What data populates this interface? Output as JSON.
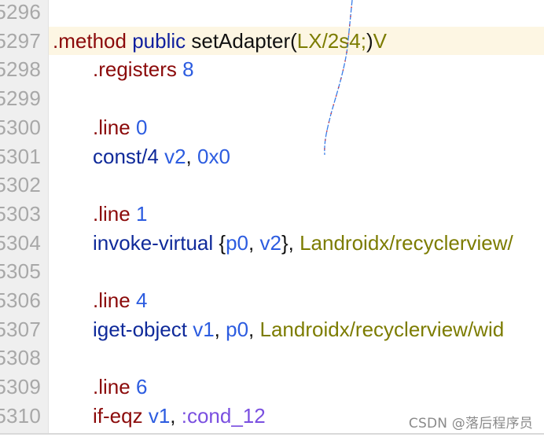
{
  "editor": {
    "highlight_color": "#fdf6e3",
    "current_line": 5297,
    "lines": [
      {
        "number": "5296",
        "tokens": []
      },
      {
        "number": "5297",
        "tokens": [
          {
            "text": ".method",
            "class": "directive"
          },
          {
            "text": " ",
            "class": "plain"
          },
          {
            "text": "public",
            "class": "keyword"
          },
          {
            "text": " ",
            "class": "plain"
          },
          {
            "text": "setAdapter(",
            "class": "plain"
          },
          {
            "text": "LX/2s4;",
            "class": "type"
          },
          {
            "text": ")",
            "class": "plain"
          },
          {
            "text": "V",
            "class": "type"
          }
        ]
      },
      {
        "number": "5298",
        "tokens": [
          {
            "text": ".registers",
            "class": "directive"
          },
          {
            "text": " ",
            "class": "plain"
          },
          {
            "text": "8",
            "class": "number"
          }
        ]
      },
      {
        "number": "5299",
        "tokens": []
      },
      {
        "number": "5300",
        "tokens": [
          {
            "text": ".line",
            "class": "directive"
          },
          {
            "text": " ",
            "class": "plain"
          },
          {
            "text": "0",
            "class": "number"
          }
        ]
      },
      {
        "number": "5301",
        "tokens": [
          {
            "text": "const/4",
            "class": "opcode"
          },
          {
            "text": " ",
            "class": "plain"
          },
          {
            "text": "v2",
            "class": "register"
          },
          {
            "text": ", ",
            "class": "plain"
          },
          {
            "text": "0x0",
            "class": "number"
          }
        ]
      },
      {
        "number": "5302",
        "tokens": []
      },
      {
        "number": "5303",
        "tokens": [
          {
            "text": ".line",
            "class": "directive"
          },
          {
            "text": " ",
            "class": "plain"
          },
          {
            "text": "1",
            "class": "number"
          }
        ]
      },
      {
        "number": "5304",
        "tokens": [
          {
            "text": "invoke-virtual",
            "class": "opcode"
          },
          {
            "text": " {",
            "class": "plain"
          },
          {
            "text": "p0",
            "class": "register"
          },
          {
            "text": ", ",
            "class": "plain"
          },
          {
            "text": "v2",
            "class": "register"
          },
          {
            "text": "}, ",
            "class": "plain"
          },
          {
            "text": "Landroidx/recyclerview/",
            "class": "type"
          }
        ]
      },
      {
        "number": "5305",
        "tokens": []
      },
      {
        "number": "5306",
        "tokens": [
          {
            "text": ".line",
            "class": "directive"
          },
          {
            "text": " ",
            "class": "plain"
          },
          {
            "text": "4",
            "class": "number"
          }
        ]
      },
      {
        "number": "5307",
        "tokens": [
          {
            "text": "iget-object",
            "class": "opcode"
          },
          {
            "text": " ",
            "class": "plain"
          },
          {
            "text": "v1",
            "class": "register"
          },
          {
            "text": ", ",
            "class": "plain"
          },
          {
            "text": "p0",
            "class": "register"
          },
          {
            "text": ", ",
            "class": "plain"
          },
          {
            "text": "Landroidx/recyclerview/wid",
            "class": "type"
          }
        ]
      },
      {
        "number": "5308",
        "tokens": []
      },
      {
        "number": "5309",
        "tokens": [
          {
            "text": ".line",
            "class": "directive"
          },
          {
            "text": " ",
            "class": "plain"
          },
          {
            "text": "6",
            "class": "number"
          }
        ]
      },
      {
        "number": "5310",
        "tokens": [
          {
            "text": "if-eqz",
            "class": "cond"
          },
          {
            "text": " ",
            "class": "plain"
          },
          {
            "text": "v1",
            "class": "register"
          },
          {
            "text": ", ",
            "class": "plain"
          },
          {
            "text": ":cond_12",
            "class": "label"
          }
        ]
      }
    ]
  },
  "annotation": {
    "stroke_color": "#3a7ee8",
    "dot_color": "#e03030"
  },
  "watermark": {
    "text": "CSDN @落后程序员"
  }
}
